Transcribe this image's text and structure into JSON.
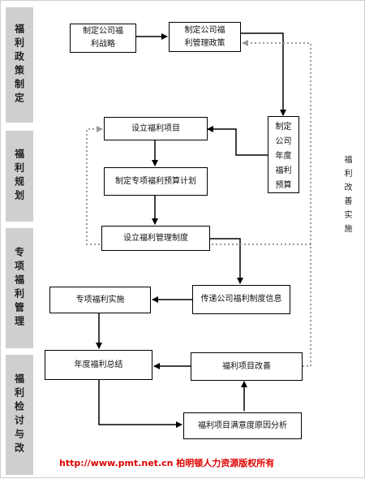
{
  "phases": [
    "福利政策制定",
    "福利规划",
    "专项福利管理",
    "福利检讨与改"
  ],
  "boxes": {
    "policy_design": "制定公司福\n利战略",
    "policy_mgmt": "制定公司福\n利管理政策",
    "annual_budget": "制定\n公司\n年度\n福利\n预算",
    "set_items": "设立福利项目",
    "special_budget": "制定专项福利预算计划",
    "mgmt_system": "设立福利管理制度",
    "communicate": "传递公司福利制度信息",
    "implement": "专项福利实施",
    "annual_summary": "年度福利总结",
    "improve": "福利项目改善",
    "analysis": "福利项目满意度原因分析"
  },
  "side_note": "福利改善实施",
  "footer": "http://www.pmt.net.cn  柏明顿人力资源版权所有",
  "colors": {
    "phase_bg": "#cfcfcf",
    "solid_line": "#000000",
    "dotted_line": "#9a9a9a",
    "footer_text": "#e00000"
  }
}
